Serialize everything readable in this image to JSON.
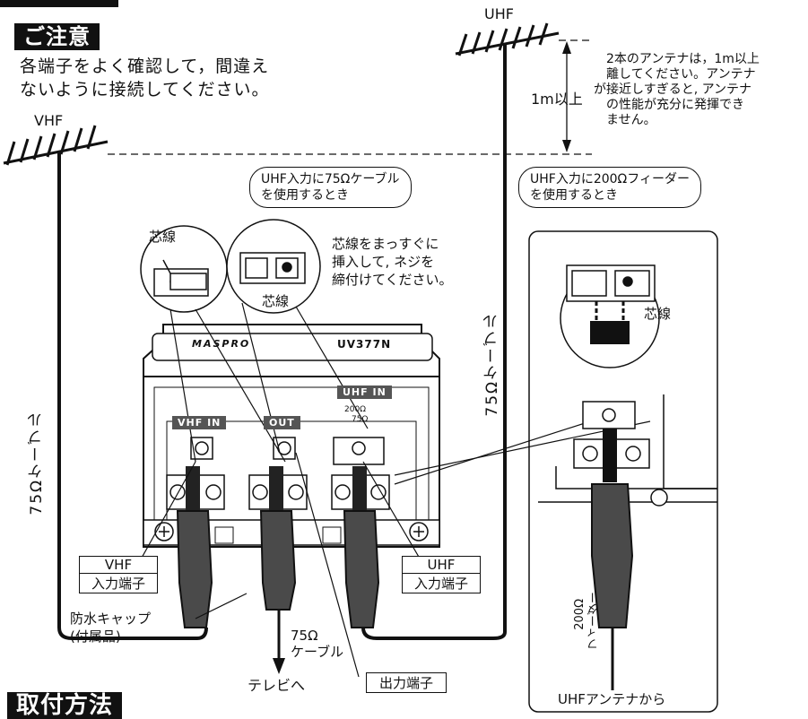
{
  "caution": {
    "header": "ご注意",
    "line1": "各端子をよく確認して，間違え",
    "line2": "ないように接続してください。"
  },
  "antennas": {
    "uhf_label": "UHF",
    "vhf_label": "VHF",
    "distance_label": "1m以上",
    "distance_note": [
      "2本のアンテナは，1m以上",
      "離してください。アンテナ",
      "が接近しすぎると, アンテナ",
      "の性能が充分に発揮でき",
      "ません。"
    ]
  },
  "callouts": {
    "uhf75": [
      "UHF入力に75Ωケーブル",
      "を使用するとき"
    ],
    "uhf200": [
      "UHF入力に200Ωフィーダー",
      "を使用するとき"
    ],
    "core_wire": "芯線",
    "core_instr": [
      "芯線をまっすぐに",
      "挿入して, ネジを",
      "締付けてください。"
    ]
  },
  "device": {
    "brand": "MASPRO",
    "model": "UV377N",
    "vhf_in": "VHF  IN",
    "out": "OUT",
    "uhf_in": "UHF  IN",
    "selector_200": "200Ω",
    "selector_75": "75Ω"
  },
  "labels": {
    "vhf_terminal": [
      "VHF",
      "入力端子"
    ],
    "uhf_terminal": [
      "UHF",
      "入力端子"
    ],
    "output_terminal": "出力端子",
    "cap": [
      "防水キャップ",
      "(付属品)"
    ],
    "cable_75_left": "75Ωケーブル",
    "cable_75_right": "75Ωケーブル",
    "cable_75_out": [
      "75Ω",
      "ケーブル"
    ],
    "to_tv": "テレビへ",
    "feeder": [
      "200Ω",
      "フィーダー"
    ],
    "from_uhf": "UHFアンテナから"
  },
  "bottom_section": "取付方法"
}
